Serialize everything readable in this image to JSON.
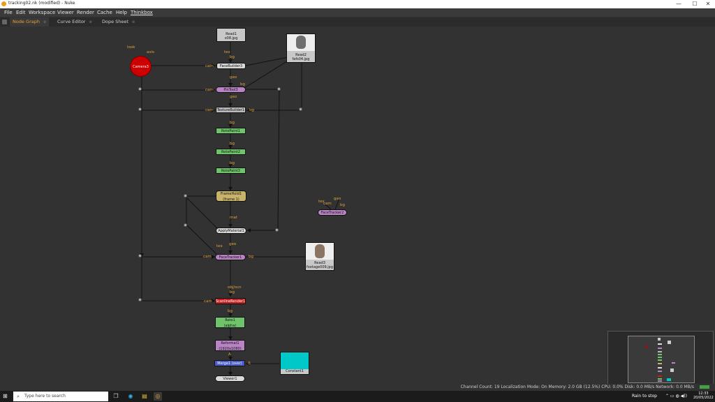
{
  "window": {
    "title": "tracking02.nk (modified) - Nuke",
    "controls": [
      "—",
      "☐",
      "✕"
    ]
  },
  "menu": [
    "File",
    "Edit",
    "Workspace",
    "Viewer",
    "Render",
    "Cache",
    "Help",
    "Thinkbox"
  ],
  "tabs": [
    {
      "label": "Node Graph",
      "active": true
    },
    {
      "label": "Curve Editor",
      "active": false
    },
    {
      "label": "Dope Sheet",
      "active": false
    }
  ],
  "nodes": {
    "read1": {
      "name": "Read1",
      "file": "o08.jpg"
    },
    "read2": {
      "name": "Read2",
      "file": "fafs04.jpg"
    },
    "read3": {
      "name": "Read3",
      "file": "footage009.jpg"
    },
    "camera3": "Camera3",
    "facebuilder3": "FaceBuilder3",
    "pintool3": "PinTool3",
    "texturebuilder1": "TextureBuilder1",
    "rotopaint1": "RotoPaint1",
    "rotopaint2": "RotoPaint2",
    "rotopaint3": "RotoPaint3",
    "framehold1": {
      "name": "FrameHold1",
      "sub": "(frame 1)"
    },
    "applymaterial1": "ApplyMaterial1",
    "facetracker1": "FaceTracker1",
    "facetracker2": "FaceTracker2",
    "scanlinerender1": "ScanlineRender1",
    "roto1": {
      "name": "Roto1",
      "sub": "(alpha)"
    },
    "reformat1": {
      "name": "Reformat1",
      "sub": "(1920x1080)"
    },
    "merge1": "Merge1 (over)",
    "constant1": "Constant1",
    "viewer1": "Viewer1"
  },
  "edge_labels": {
    "look": "look",
    "axis": "axis",
    "tex": "tex",
    "bg": "bg",
    "cam": "cam",
    "geo": "geo",
    "mat": "mat",
    "objscn": "obj/scn",
    "a": "A",
    "b": "B"
  },
  "status": "Channel Count: 19  Localization Mode: On  Memory: 2.0 GB (12.5%)  CPU: 0.0%  Disk: 0.0 MB/s  Network: 0.0 MB/s",
  "taskbar": {
    "search_placeholder": "Type here to search",
    "rain": "Rain to stop",
    "time": "12:33",
    "date": "20/05/2022"
  },
  "colors": {
    "node_purple": "#b984c4",
    "node_green": "#6fc36b",
    "node_gray": "#bdbdbd",
    "camera_red": "#c00000",
    "scanline_red": "#c11f1f",
    "merge_blue": "#4a5cc8",
    "constant_cyan": "#00c8c8",
    "label_orange": "#e3a33a",
    "active_tab": "#f0a030"
  }
}
